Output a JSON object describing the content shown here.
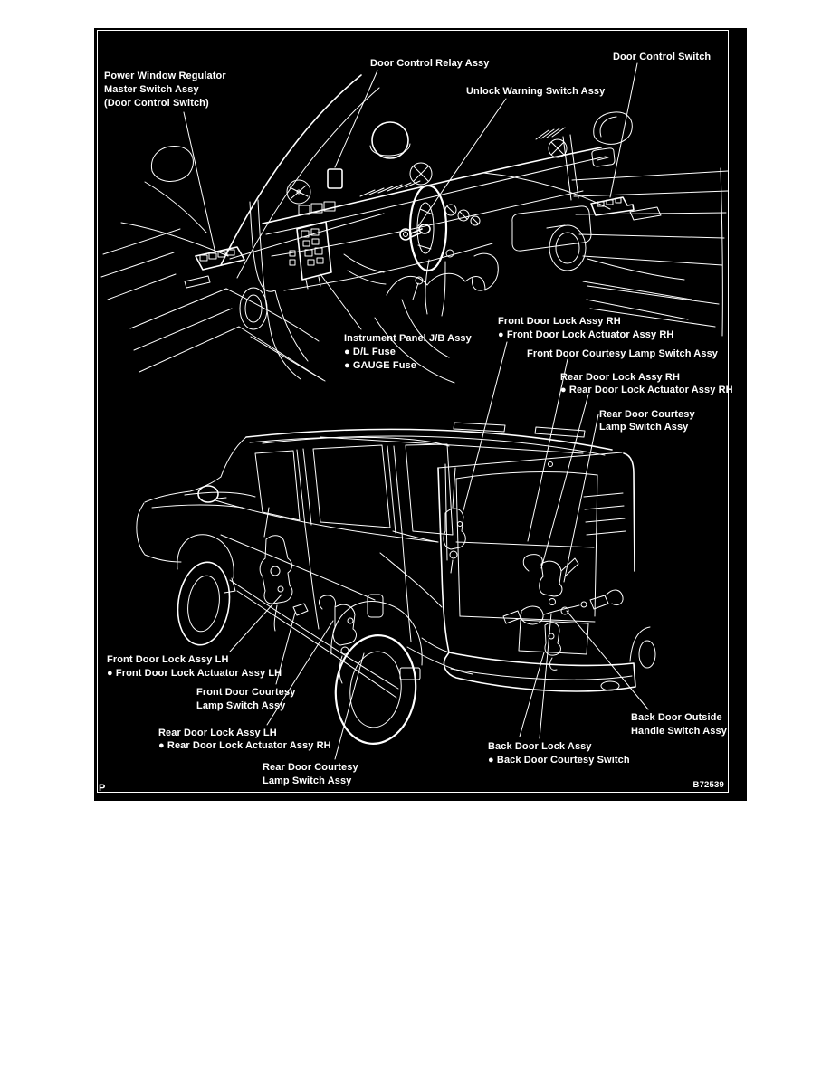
{
  "figure": {
    "code": "B72539",
    "page_marker": "P",
    "colors": {
      "page_background": "#ffffff",
      "panel_background": "#000000",
      "line_color": "#ffffff"
    },
    "labels": {
      "power_window": {
        "lines": [
          "Power Window Regulator",
          "Master Switch Assy",
          "(Door Control Switch)"
        ]
      },
      "door_control_relay": {
        "lines": [
          "Door Control Relay Assy"
        ]
      },
      "unlock_warning": {
        "lines": [
          "Unlock Warning Switch Assy"
        ]
      },
      "door_control_switch": {
        "lines": [
          "Door Control Switch"
        ]
      },
      "instrument_panel_jb": {
        "lines": [
          "Instrument Panel J/B Assy",
          "● D/L Fuse",
          "● GAUGE Fuse"
        ]
      },
      "front_door_lock_rh": {
        "lines": [
          "Front Door Lock Assy RH",
          "● Front Door Lock Actuator Assy RH"
        ]
      },
      "front_door_courtesy_rh": {
        "lines": [
          "Front Door Courtesy Lamp Switch Assy"
        ]
      },
      "rear_door_lock_rh": {
        "lines": [
          "Rear Door Lock Assy RH",
          "● Rear Door Lock Actuator Assy RH"
        ]
      },
      "rear_door_courtesy_rh": {
        "lines": [
          "Rear Door Courtesy",
          "Lamp Switch Assy"
        ]
      },
      "front_door_lock_lh": {
        "lines": [
          "Front Door Lock Assy LH",
          "● Front Door Lock Actuator Assy LH"
        ]
      },
      "front_door_courtesy_lh": {
        "lines": [
          "Front Door Courtesy",
          "Lamp Switch Assy"
        ]
      },
      "rear_door_lock_lh": {
        "lines": [
          "Rear Door Lock Assy LH",
          "● Rear Door Lock Actuator Assy RH"
        ]
      },
      "rear_door_courtesy_lh": {
        "lines": [
          "Rear Door Courtesy",
          "Lamp Switch Assy"
        ]
      },
      "back_door_outside": {
        "lines": [
          "Back Door Outside",
          "Handle Switch Assy"
        ]
      },
      "back_door_lock": {
        "lines": [
          "Back Door Lock Assy",
          "● Back Door Courtesy Switch"
        ]
      }
    }
  }
}
